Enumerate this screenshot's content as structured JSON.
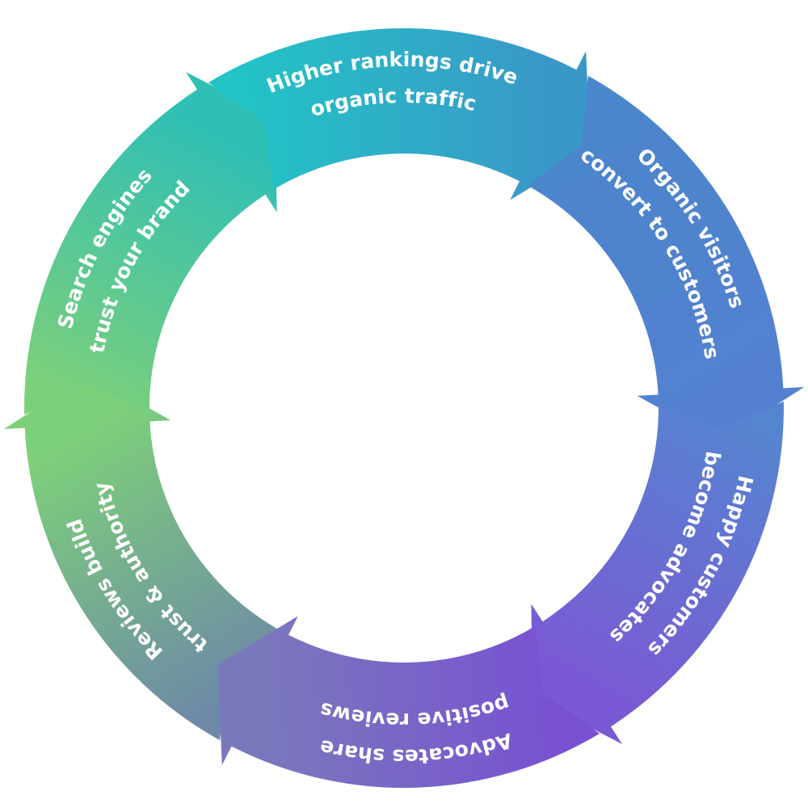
{
  "segments": [
    {
      "lines": [
        "Reviews build",
        "trust & authority"
      ],
      "colors": [
        "#6e8aa6",
        "#7dd07a"
      ]
    },
    {
      "lines": [
        "Search engines",
        "trust your brand"
      ],
      "colors": [
        "#7dd07a",
        "#30bfb4"
      ]
    },
    {
      "lines": [
        "Higher rankings drive",
        "organic traffic"
      ],
      "colors": [
        "#22c4c6",
        "#3a98c8"
      ]
    },
    {
      "lines": [
        "Organic visitors",
        "convert to customers"
      ],
      "colors": [
        "#4a86cc",
        "#5381d0"
      ]
    },
    {
      "lines": [
        "Happy customers",
        "become advocates"
      ],
      "colors": [
        "#5585d0",
        "#7a5ad4"
      ]
    },
    {
      "lines": [
        "Advocates share",
        "positive reviews"
      ],
      "colors": [
        "#7850d2",
        "#7a78bc"
      ]
    }
  ]
}
